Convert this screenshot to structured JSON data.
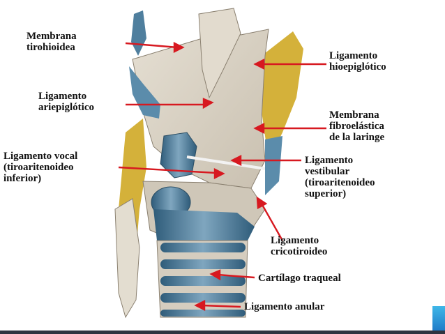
{
  "labels": {
    "membrana_tirohioidea": "Membrana\ntirohioidea",
    "ligamento_hioepiglotico": "Ligamento\nhioepiglótico",
    "ligamento_ariepiglotico": "Ligamento\nariepiglótico",
    "membrana_fibroelastica": "Membrana\nfibroelástica\nde la laringe",
    "ligamento_vocal": "Ligamento vocal\n(tiroaritenoideo\ninferior)",
    "ligamento_vestibular": "Ligamento\nvestibular\n(tiroaritenoideo\nsuperior)",
    "ligamento_cricotiroideo": "Ligamento\ncricotiroideo",
    "cartilago_traqueal": "Cartílago traqueal",
    "ligamento_anular": "Ligamento anular"
  },
  "colors": {
    "arrow": "#d71920",
    "membrane": "#d8d0c2",
    "cartilage": "#4f7f9e",
    "fat": "#d4b13a"
  }
}
